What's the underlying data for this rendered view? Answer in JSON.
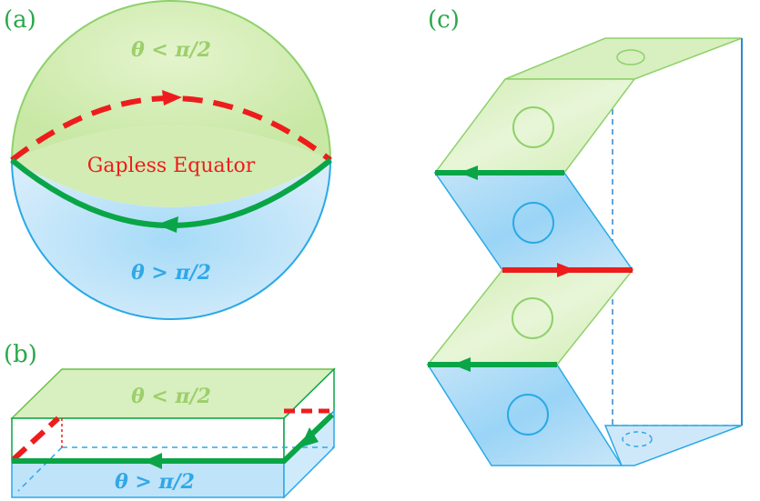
{
  "panels": {
    "a": {
      "label": "(a)",
      "upper_region": "θ < π/2",
      "lower_region": "θ > π/2",
      "equator_label": "Gapless Equator"
    },
    "b": {
      "label": "(b)",
      "upper_region": "θ < π/2",
      "lower_region": "θ > π/2"
    },
    "c": {
      "label": "(c)"
    }
  },
  "colors": {
    "green_fill": "#d8efbf",
    "green_edge": "#8ed16b",
    "blue_fill": "#cde8f9",
    "blue_edge": "#29a9e6",
    "red": "#ee1c1c",
    "dark_green": "#0aa547",
    "label_green": "#2aa84a"
  }
}
